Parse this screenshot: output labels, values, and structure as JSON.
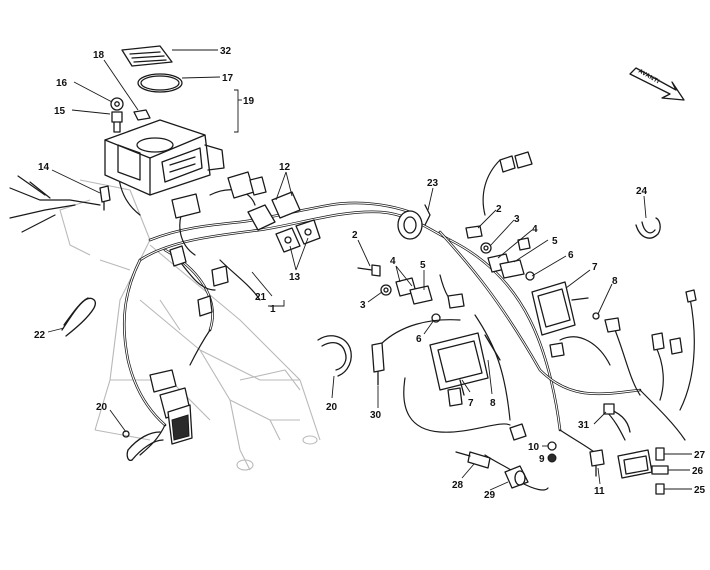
{
  "direction_arrow": {
    "label": "AVANTI"
  },
  "callouts": [
    {
      "id": "c32",
      "label": "32"
    },
    {
      "id": "c18",
      "label": "18"
    },
    {
      "id": "c17",
      "label": "17"
    },
    {
      "id": "c16",
      "label": "16"
    },
    {
      "id": "c19",
      "label": "19"
    },
    {
      "id": "c15",
      "label": "15"
    },
    {
      "id": "c14",
      "label": "14"
    },
    {
      "id": "c12",
      "label": "12"
    },
    {
      "id": "c23",
      "label": "23"
    },
    {
      "id": "c24",
      "label": "24"
    },
    {
      "id": "c2a",
      "label": "2"
    },
    {
      "id": "c3a",
      "label": "3"
    },
    {
      "id": "c4a",
      "label": "4"
    },
    {
      "id": "c5a",
      "label": "5"
    },
    {
      "id": "c6a",
      "label": "6"
    },
    {
      "id": "c7a",
      "label": "7"
    },
    {
      "id": "c8a",
      "label": "8"
    },
    {
      "id": "c13",
      "label": "13"
    },
    {
      "id": "c21",
      "label": "21"
    },
    {
      "id": "c1",
      "label": "1"
    },
    {
      "id": "c2b",
      "label": "2"
    },
    {
      "id": "c4b",
      "label": "4"
    },
    {
      "id": "c5b",
      "label": "5"
    },
    {
      "id": "c3b",
      "label": "3"
    },
    {
      "id": "c6b",
      "label": "6"
    },
    {
      "id": "c7b",
      "label": "7"
    },
    {
      "id": "c8b",
      "label": "8"
    },
    {
      "id": "c22",
      "label": "22"
    },
    {
      "id": "c20a",
      "label": "20"
    },
    {
      "id": "c20b",
      "label": "20"
    },
    {
      "id": "c30",
      "label": "30"
    },
    {
      "id": "c31",
      "label": "31"
    },
    {
      "id": "c10",
      "label": "10"
    },
    {
      "id": "c9",
      "label": "9"
    },
    {
      "id": "c11",
      "label": "11"
    },
    {
      "id": "c27",
      "label": "27"
    },
    {
      "id": "c26",
      "label": "26"
    },
    {
      "id": "c25",
      "label": "25"
    },
    {
      "id": "c28",
      "label": "28"
    },
    {
      "id": "c29",
      "label": "29"
    }
  ]
}
